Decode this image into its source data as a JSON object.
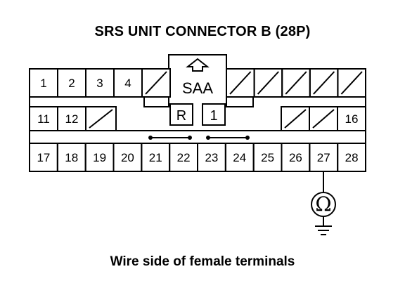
{
  "diagram": {
    "title": "SRS UNIT CONNECTOR B (28P)",
    "caption": "Wire side of female terminals",
    "saa_label": "SAA",
    "box_left_label": "R",
    "box_right_label": "1",
    "meter_symbol": "Ω",
    "row1": [
      {
        "label": "1",
        "blank": false
      },
      {
        "label": "2",
        "blank": false
      },
      {
        "label": "3",
        "blank": false
      },
      {
        "label": "4",
        "blank": false
      },
      {
        "label": "",
        "blank": true
      },
      {
        "label": "",
        "blank": true
      },
      {
        "label": "",
        "blank": true
      },
      {
        "label": "",
        "blank": true
      },
      {
        "label": "",
        "blank": true
      },
      {
        "label": "",
        "blank": true
      }
    ],
    "row2": [
      {
        "label": "11",
        "blank": false
      },
      {
        "label": "12",
        "blank": false
      },
      {
        "label": "",
        "blank": true
      },
      {
        "label": "",
        "blank": true
      },
      {
        "label": "",
        "blank": true
      },
      {
        "label": "16",
        "blank": false
      }
    ],
    "row3": [
      "17",
      "18",
      "19",
      "20",
      "21",
      "22",
      "23",
      "24",
      "25",
      "26",
      "27",
      "28"
    ]
  }
}
